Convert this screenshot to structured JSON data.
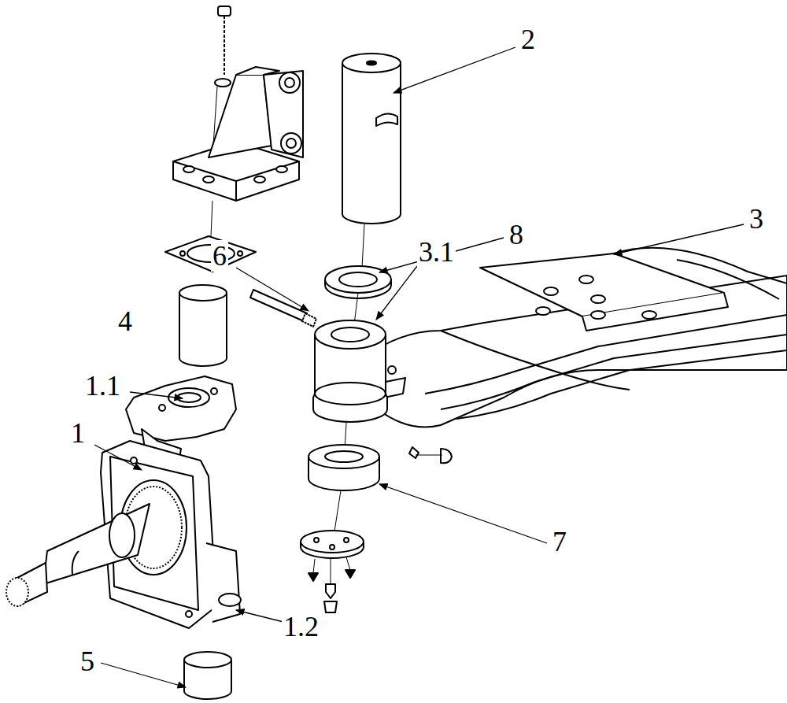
{
  "diagram": {
    "labels": [
      "2",
      "8",
      "3",
      "6",
      "3.1",
      "4",
      "1.1",
      "1",
      "7",
      "1.2",
      "5"
    ]
  }
}
